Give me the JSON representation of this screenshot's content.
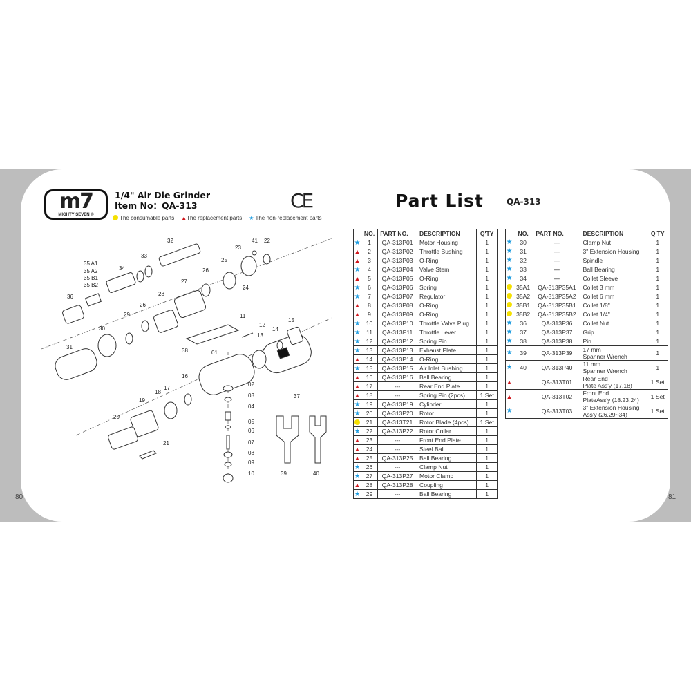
{
  "page_numbers": {
    "left": "80",
    "right": "81"
  },
  "brand": {
    "logo": "m7",
    "logo_sub": "MIGHTY SEVEN ®"
  },
  "product": {
    "name": "1/4\" Air Die Grinder",
    "item_label": "Item No：QA-313",
    "ce_mark": "CE"
  },
  "legend": [
    {
      "symbol": "circle",
      "color": "#f5e000",
      "label": "The consumable parts"
    },
    {
      "symbol": "triangle",
      "color": "#d0161c",
      "label": "The replacement parts"
    },
    {
      "symbol": "star",
      "color": "#1a9be0",
      "label": "The non-replacement parts"
    }
  ],
  "part_list": {
    "title": "Part List",
    "item": "QA-313",
    "headers": [
      "",
      "NO.",
      "PART NO.",
      "DESCRIPTION",
      "Q'TY"
    ],
    "left_rows": [
      [
        "star",
        "1",
        "QA-313P01",
        "Motor Housing",
        "1"
      ],
      [
        "tri",
        "2",
        "QA-313P02",
        "Throttle Bushing",
        "1"
      ],
      [
        "tri",
        "3",
        "QA-313P03",
        "O-Ring",
        "1"
      ],
      [
        "star",
        "4",
        "QA-313P04",
        "Valve Stem",
        "1"
      ],
      [
        "tri",
        "5",
        "QA-313P05",
        "O-Ring",
        "1"
      ],
      [
        "star",
        "6",
        "QA-313P06",
        "Spring",
        "1"
      ],
      [
        "star",
        "7",
        "QA-313P07",
        "Regulator",
        "1"
      ],
      [
        "tri",
        "8",
        "QA-313P08",
        "O-Ring",
        "1"
      ],
      [
        "tri",
        "9",
        "QA-313P09",
        "O-Ring",
        "1"
      ],
      [
        "star",
        "10",
        "QA-313P10",
        "Throttle Valve Plug",
        "1"
      ],
      [
        "star",
        "11",
        "QA-313P11",
        "Throttle Lever",
        "1"
      ],
      [
        "star",
        "12",
        "QA-313P12",
        "Spring Pin",
        "1"
      ],
      [
        "star",
        "13",
        "QA-313P13",
        "Exhaust Plate",
        "1"
      ],
      [
        "tri",
        "14",
        "QA-313P14",
        "O-Ring",
        "1"
      ],
      [
        "star",
        "15",
        "QA-313P15",
        "Air Inlet Bushing",
        "1"
      ],
      [
        "tri",
        "16",
        "QA-313P16",
        "Ball Bearing",
        "1"
      ],
      [
        "tri",
        "17",
        "---",
        "Rear End Plate",
        "1"
      ],
      [
        "tri",
        "18",
        "---",
        "Spring Pin (2pcs)",
        "1 Set"
      ],
      [
        "star",
        "19",
        "QA-313P19",
        "Cylinder",
        "1"
      ],
      [
        "star",
        "20",
        "QA-313P20",
        "Rotor",
        "1"
      ],
      [
        "dot",
        "21",
        "QA-313T21",
        "Rotor Blade (4pcs)",
        "1 Set"
      ],
      [
        "star",
        "22",
        "QA-313P22",
        "Rotor Collar",
        "1"
      ],
      [
        "tri",
        "23",
        "---",
        "Front End Plate",
        "1"
      ],
      [
        "tri",
        "24",
        "---",
        "Steel Ball",
        "1"
      ],
      [
        "tri",
        "25",
        "QA-313P25",
        "Ball Bearing",
        "1"
      ],
      [
        "star",
        "26",
        "---",
        "Clamp Nut",
        "1"
      ],
      [
        "star",
        "27",
        "QA-313P27",
        "Motor Clamp",
        "1"
      ],
      [
        "tri",
        "28",
        "QA-313P28",
        "Coupling",
        "1"
      ],
      [
        "star",
        "29",
        "---",
        "Ball Bearing",
        "1"
      ]
    ],
    "right_rows": [
      [
        "star",
        "30",
        "---",
        "Clamp Nut",
        "1"
      ],
      [
        "star",
        "31",
        "---",
        "3\" Extension Housing",
        "1"
      ],
      [
        "star",
        "32",
        "---",
        "Spindle",
        "1"
      ],
      [
        "star",
        "33",
        "---",
        "Ball Bearing",
        "1"
      ],
      [
        "star",
        "34",
        "---",
        "Collet Sleeve",
        "1"
      ],
      [
        "dot",
        "35A1",
        "QA-313P35A1",
        "Collet 3 mm",
        "1"
      ],
      [
        "dot",
        "35A2",
        "QA-313P35A2",
        "Collet 6 mm",
        "1"
      ],
      [
        "dot",
        "35B1",
        "QA-313P35B1",
        "Collet 1/8\"",
        "1"
      ],
      [
        "dot",
        "35B2",
        "QA-313P35B2",
        "Collet 1/4\"",
        "1"
      ],
      [
        "star",
        "36",
        "QA-313P36",
        "Collet Nut",
        "1"
      ],
      [
        "star",
        "37",
        "QA-313P37",
        "Grip",
        "1"
      ],
      [
        "star",
        "38",
        "QA-313P38",
        "Pin",
        "1"
      ],
      [
        "star",
        "39",
        "QA-313P39",
        "17 mm\nSpanner Wrench",
        "1"
      ],
      [
        "star",
        "40",
        "QA-313P40",
        "11 mm\nSpanner Wrench",
        "1"
      ],
      [
        "tri",
        "",
        "QA-313T01",
        "Rear End\nPlate Ass'y (17.18)",
        "1 Set"
      ],
      [
        "tri",
        "",
        "QA-313T02",
        "Front End\nPlateAss'y (18.23.24)",
        "1 Set"
      ],
      [
        "star",
        "",
        "QA-313T03",
        "3\" Extension Housing\nAss'y (26.29~34)",
        "1 Set"
      ]
    ]
  },
  "diagram": {
    "labels": [
      "32",
      "41",
      "22",
      "23",
      "33",
      "35 A1",
      "35 A2",
      "35 B1",
      "35 B2",
      "34",
      "25",
      "26",
      "27",
      "24",
      "26",
      "28",
      "36",
      "29",
      "30",
      "11",
      "12",
      "13",
      "14",
      "15",
      "31",
      "38",
      "01",
      "37",
      "16",
      "02",
      "03",
      "17",
      "18",
      "04",
      "19",
      "05",
      "20",
      "06",
      "07",
      "21",
      "08",
      "09",
      "10",
      "39",
      "40"
    ]
  }
}
